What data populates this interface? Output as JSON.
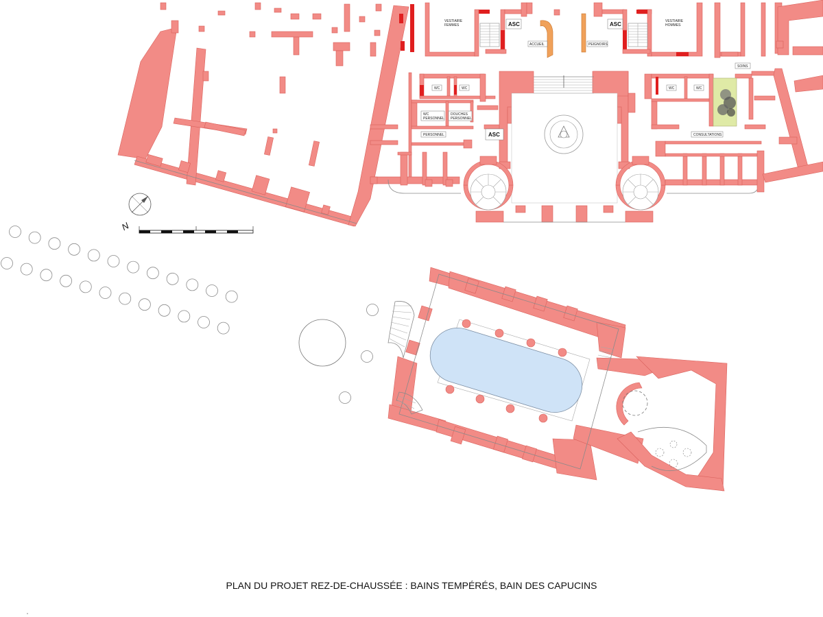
{
  "caption": "PLAN DU PROJET REZ-DE-CHAUSSÉE :  BAINS TEMPÉRÉS, BAIN DES CAPUCINS",
  "north_label": "N",
  "rooms": {
    "vestiaire_femmes": [
      "VESTIAIRE",
      "FEMMES"
    ],
    "vestiaire_hommes": [
      "VESTIAIRE",
      "HOMMES"
    ],
    "asc_1": "ASC",
    "asc_2": "ASC",
    "asc_3": "ASC",
    "accueil": "ACCUEIL",
    "peignoirs": "PEIGNOIRS",
    "soins": "SOINS",
    "wc_1": "WC",
    "wc_2": "WC",
    "wc_3": "WC",
    "wc_4": "WC",
    "wc_personnel": [
      "WC",
      "PERSONNEL"
    ],
    "douches_personnel": [
      "DOUCHES",
      "PERSONNEL"
    ],
    "personnel": "PERSONNEL",
    "consultations": "CONSULTATIONS"
  },
  "colors": {
    "wall": "#f28b86",
    "wall_dark": "#e01f1f",
    "pool": "#cfe3f7",
    "garden": "#dfeaa6",
    "reception_desk": "#f0a15a"
  }
}
